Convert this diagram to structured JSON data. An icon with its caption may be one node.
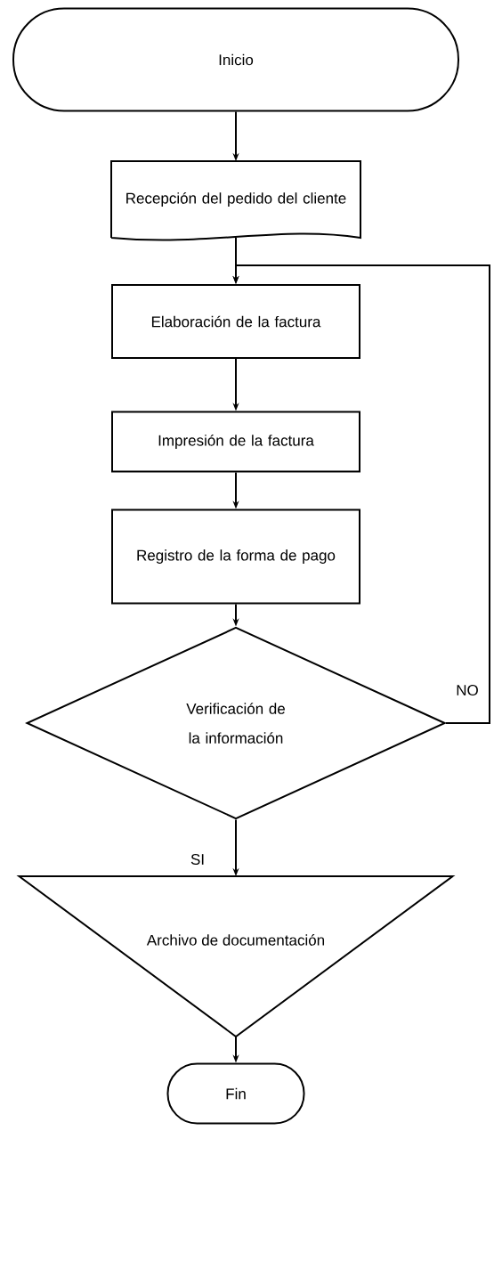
{
  "diagram": {
    "nodes": [
      {
        "text": [
          "Inicio"
        ]
      },
      {
        "text": [
          "Recepción del pedido del cliente"
        ]
      },
      {
        "text": [
          "Elaboración de la factura"
        ]
      },
      {
        "text": [
          "Impresión de la factura"
        ]
      },
      {
        "text": [
          "Registro de la forma de pago"
        ]
      },
      {
        "text": [
          "Verificación de la información"
        ]
      },
      {
        "text": [
          "Archivo de documentación"
        ]
      },
      {
        "text": [
          "Fin"
        ]
      }
    ],
    "edges": [
      {
        "from": 0,
        "to": 1,
        "arrow": "to"
      },
      {
        "from": 1,
        "to": 2,
        "arrow": "to"
      },
      {
        "from": 2,
        "to": 3,
        "arrow": "to"
      },
      {
        "from": 3,
        "to": 4,
        "arrow": "to"
      },
      {
        "from": 4,
        "to": 5,
        "arrow": "to"
      },
      {
        "from": 5,
        "to": 6,
        "arrow": "to",
        "label": "SI"
      },
      {
        "from": 5,
        "to": 2,
        "arrow": "to",
        "label": "NO"
      },
      {
        "from": 6,
        "to": 7,
        "arrow": "to"
      }
    ]
  }
}
